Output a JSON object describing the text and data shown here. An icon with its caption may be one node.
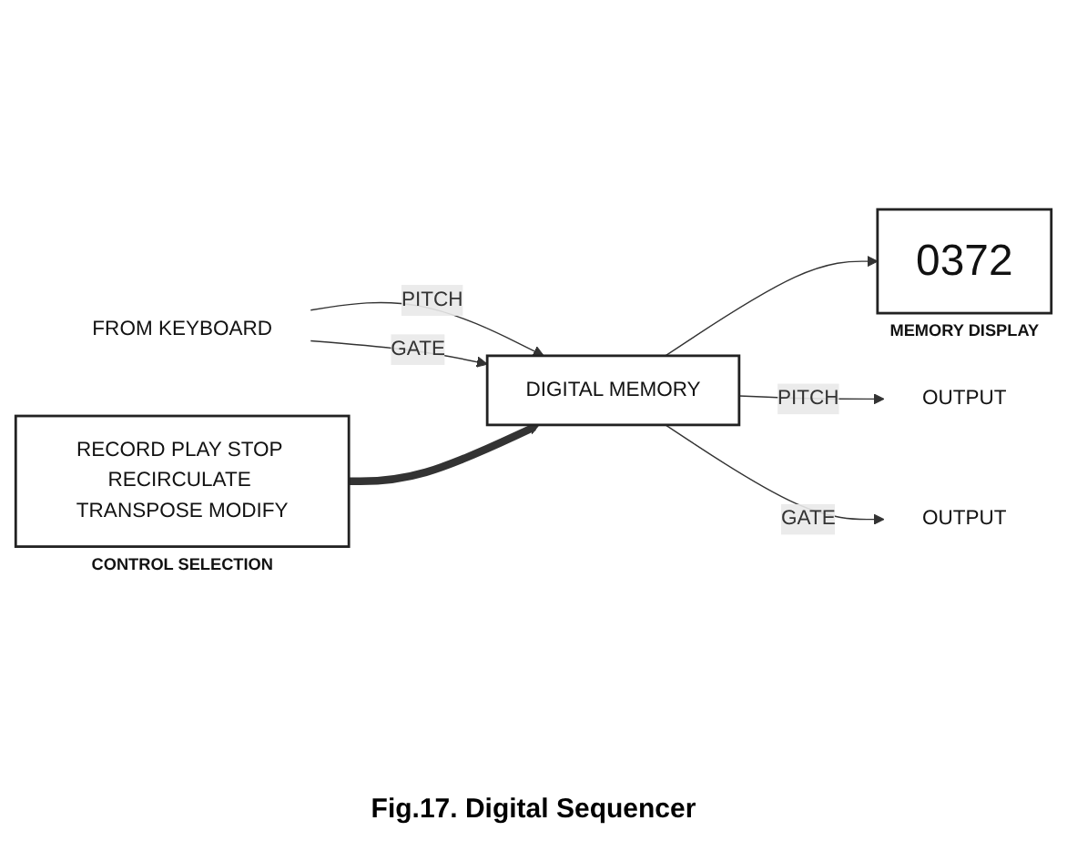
{
  "diagram": {
    "caption": "Fig.17. Digital Sequencer",
    "nodes": [
      {
        "text": [
          "0372"
        ],
        "beside": [
          "MEMORY DISPLAY"
        ]
      },
      {
        "text": [
          "FROM KEYBOARD"
        ]
      },
      {
        "text": [
          "DIGITAL MEMORY"
        ]
      },
      {
        "text": [
          "OUTPUT"
        ]
      },
      {
        "text": [
          "OUTPUT"
        ]
      },
      {
        "text": [
          "RECORD PLAY STOP RECIRCULATE TRANSPOSE MODIFY"
        ],
        "beside": [
          "CONTROL SELECTION"
        ]
      }
    ],
    "edges": [
      {
        "from": 2,
        "to": 0,
        "arrow": "to"
      },
      {
        "from": 1,
        "to": 2,
        "arrow": "to",
        "label": "PITCH"
      },
      {
        "from": 1,
        "to": 2,
        "arrow": "to",
        "label": "GATE"
      },
      {
        "from": 2,
        "to": 3,
        "arrow": "to",
        "label": "PITCH"
      },
      {
        "from": 2,
        "to": 4,
        "arrow": "to",
        "label": "GATE"
      },
      {
        "from": 5,
        "to": 2,
        "arrow": "to",
        "style": "thick"
      }
    ]
  }
}
